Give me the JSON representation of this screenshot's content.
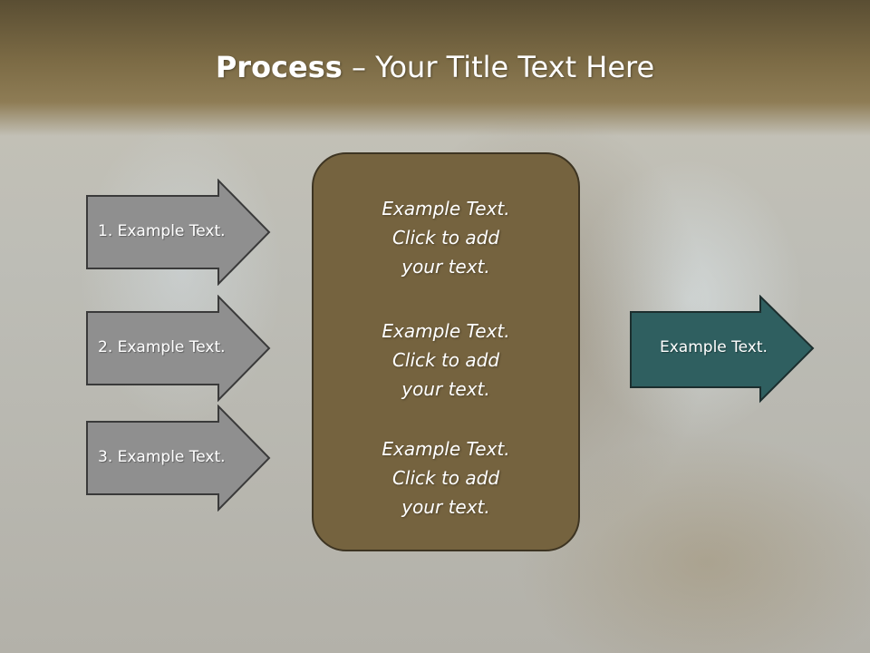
{
  "title": {
    "bold": "Process",
    "rest": " – Your Title Text Here"
  },
  "left_arrows": [
    {
      "label": "1. Example Text."
    },
    {
      "label": "2. Example Text."
    },
    {
      "label": "3. Example Text."
    }
  ],
  "center_box": {
    "blocks": [
      {
        "line1": "Example Text.",
        "line2": "Click  to add",
        "line3": "your text."
      },
      {
        "line1": "Example Text.",
        "line2": "Click  to add",
        "line3": "your text."
      },
      {
        "line1": "Example Text.",
        "line2": "Click  to add",
        "line3": "your text."
      }
    ]
  },
  "right_arrow": {
    "label": "Example Text."
  },
  "colors": {
    "banner": "#7c6b45",
    "center_box": "#75633f",
    "left_arrow_fill": "#8f8f8f",
    "right_arrow_fill": "#2f5f60"
  }
}
